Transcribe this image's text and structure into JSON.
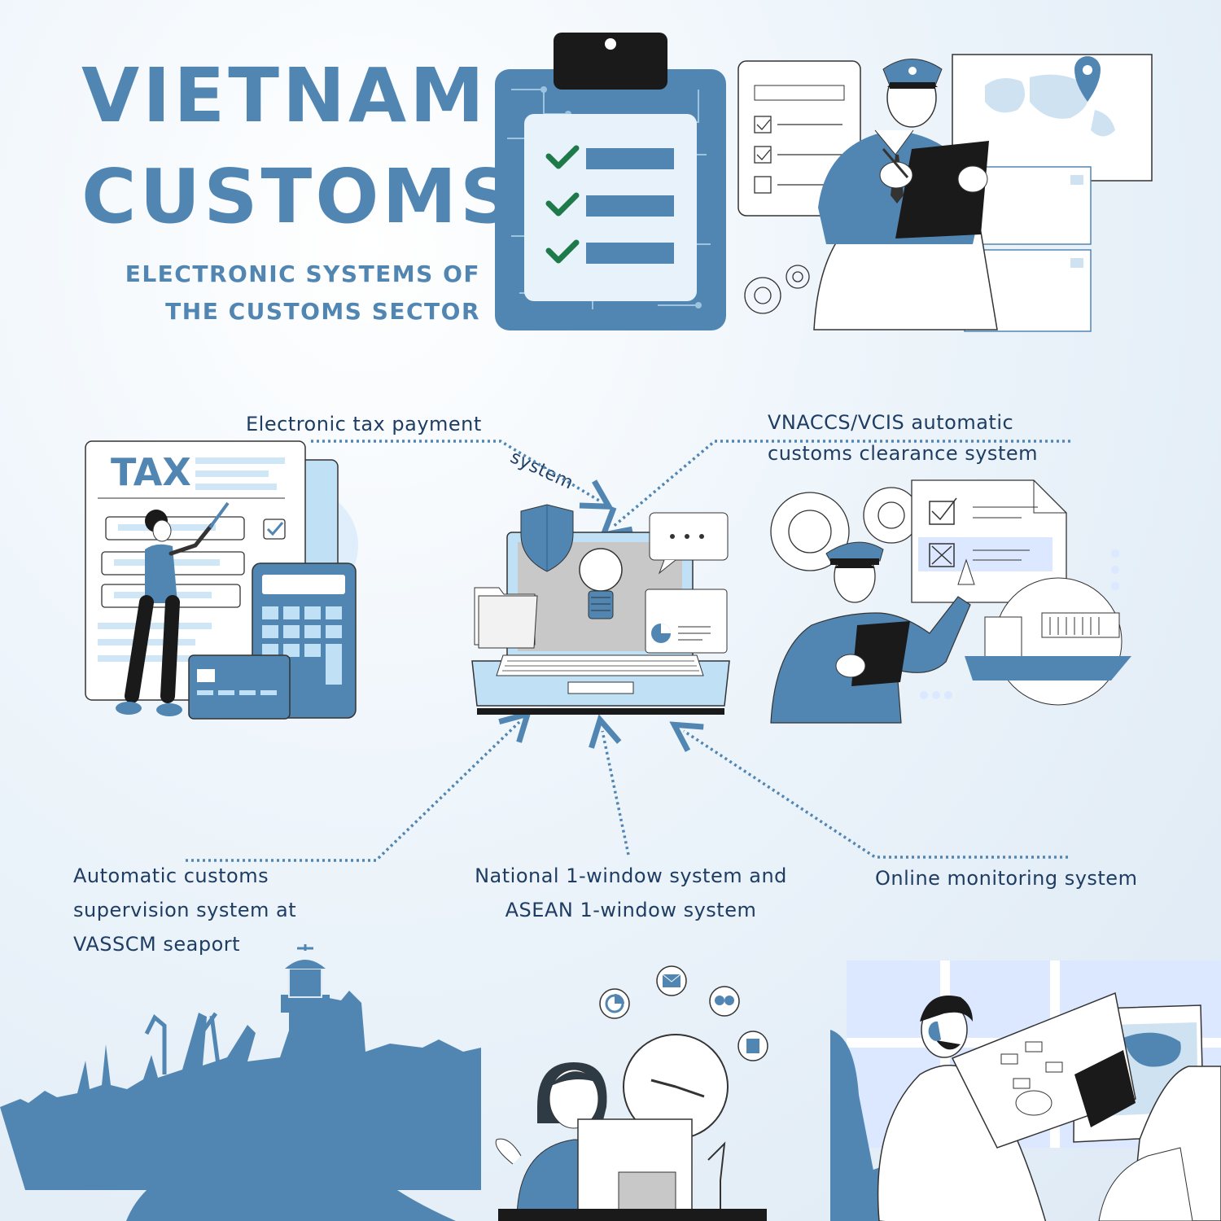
{
  "header": {
    "title_line1": "VIETNAM",
    "title_line2": "CUSTOMS",
    "subtitle_line1": "ELECTRONIC SYSTEMS OF",
    "subtitle_line2": "THE CUSTOMS SECTOR"
  },
  "illustrations": {
    "tax_word": "TAX"
  },
  "systems": {
    "tax_payment_line1": "Electronic tax payment",
    "tax_payment_line2": "system",
    "vnaccs_line1": "VNACCS/VCIS automatic",
    "vnaccs_line2": "customs clearance system",
    "supervision_line1": "Automatic customs",
    "supervision_line2": "supervision system at",
    "supervision_line3": "VASSCM seaport",
    "one_window_line1": "National 1-window system and",
    "one_window_line2": "ASEAN 1-window system",
    "monitoring": "Online monitoring system"
  },
  "colors": {
    "primary": "#5286b2",
    "dark_text": "#1f3d63",
    "light_blue": "#bfe0f5",
    "check_green": "#1f7a4a"
  }
}
